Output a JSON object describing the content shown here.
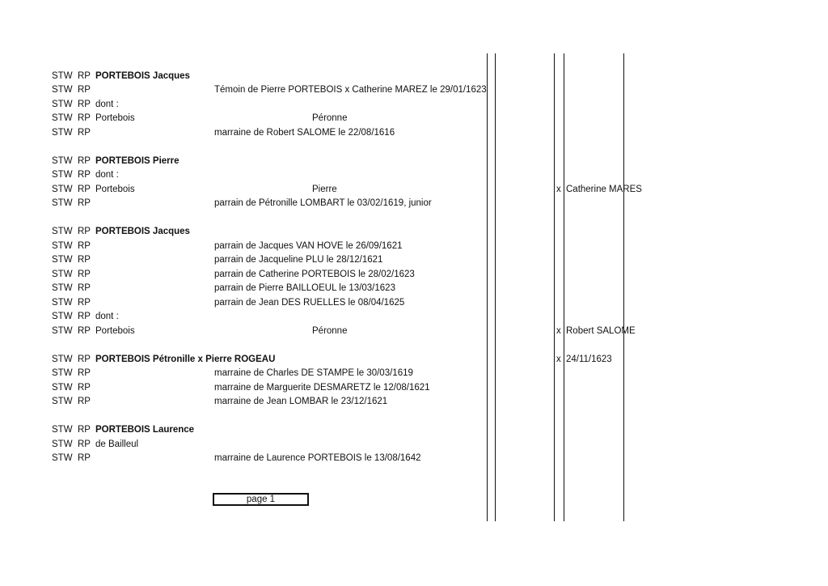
{
  "records": [
    {
      "c1": "STW",
      "c2": "RP",
      "c3": "PORTEBOIS Jacques",
      "bold": true,
      "c4": "",
      "c5": "",
      "cx": "",
      "c6": ""
    },
    {
      "c1": "STW",
      "c2": "RP",
      "c3": "",
      "c4": "Témoin de Pierre PORTEBOIS x Catherine MAREZ le 29/01/1623",
      "c5": "",
      "cx": "",
      "c6": ""
    },
    {
      "c1": "STW",
      "c2": "RP",
      "c3": "dont :",
      "c4": "",
      "c5": "",
      "cx": "",
      "c6": ""
    },
    {
      "c1": "STW",
      "c2": "RP",
      "c3": "Portebois",
      "c4": "",
      "c5": "Péronne",
      "cx": "",
      "c6": ""
    },
    {
      "c1": "STW",
      "c2": "RP",
      "c3": "",
      "c4": "marraine de Robert SALOME le 22/08/1616",
      "c5": "",
      "cx": "",
      "c6": ""
    },
    {
      "c1": "STW",
      "c2": "RP",
      "c3": "PORTEBOIS Pierre",
      "bold": true,
      "c4": "",
      "c5": "",
      "cx": "",
      "c6": ""
    },
    {
      "c1": "STW",
      "c2": "RP",
      "c3": "dont :",
      "c4": "",
      "c5": "",
      "cx": "",
      "c6": ""
    },
    {
      "c1": "STW",
      "c2": "RP",
      "c3": "Portebois",
      "c4": "",
      "c5": "Pierre",
      "cx": "x",
      "c6": "Catherine MARES"
    },
    {
      "c1": "STW",
      "c2": "RP",
      "c3": "",
      "c4": "parrain de Pétronille LOMBART  le 03/02/1619, junior",
      "c5": "",
      "cx": "",
      "c6": ""
    },
    {
      "c1": "STW",
      "c2": "RP",
      "c3": "PORTEBOIS Jacques",
      "bold": true,
      "c4": "",
      "c5": "",
      "cx": "",
      "c6": ""
    },
    {
      "c1": "STW",
      "c2": "RP",
      "c3": "",
      "c4": "parrain de Jacques VAN HOVE le 26/09/1621",
      "c5": "",
      "cx": "",
      "c6": ""
    },
    {
      "c1": "STW",
      "c2": "RP",
      "c3": "",
      "c4": "parrain de Jacqueline PLU le 28/12/1621",
      "c5": "",
      "cx": "",
      "c6": ""
    },
    {
      "c1": "STW",
      "c2": "RP",
      "c3": "",
      "c4": "parrain de Catherine PORTEBOIS le 28/02/1623",
      "c5": "",
      "cx": "",
      "c6": ""
    },
    {
      "c1": "STW",
      "c2": "RP",
      "c3": "",
      "c4": "parrain de Pierre BAILLOEUL le 13/03/1623",
      "c5": "",
      "cx": "",
      "c6": ""
    },
    {
      "c1": "STW",
      "c2": "RP",
      "c3": "",
      "c4": "parrain de Jean DES RUELLES le 08/04/1625",
      "c5": "",
      "cx": "",
      "c6": ""
    },
    {
      "c1": "STW",
      "c2": "RP",
      "c3": "dont :",
      "c4": "",
      "c5": "",
      "cx": "",
      "c6": ""
    },
    {
      "c1": "STW",
      "c2": "RP",
      "c3": "Portebois",
      "c4": "",
      "c5": "Péronne",
      "cx": "x",
      "c6": "Robert SALOME"
    },
    {
      "c1": "STW",
      "c2": "RP",
      "c3": "PORTEBOIS Pétronille x Pierre ROGEAU",
      "bold": true,
      "c4": "",
      "c5": "",
      "cx": "x",
      "c6": "24/11/1623"
    },
    {
      "c1": "STW",
      "c2": "RP",
      "c3": "",
      "c4": "marraine de Charles DE STAMPE le 30/03/1619",
      "c5": "",
      "cx": "",
      "c6": ""
    },
    {
      "c1": "STW",
      "c2": "RP",
      "c3": "",
      "c4": "marraine de Marguerite DESMARETZ le 12/08/1621",
      "c5": "",
      "cx": "",
      "c6": ""
    },
    {
      "c1": "STW",
      "c2": "RP",
      "c3": "",
      "c4": "marraine de Jean LOMBAR le 23/12/1621",
      "c5": "",
      "cx": "",
      "c6": ""
    },
    {
      "c1": "STW",
      "c2": "RP",
      "c3": "PORTEBOIS Laurence",
      "bold": true,
      "c4": "",
      "c5": "",
      "cx": "",
      "c6": ""
    },
    {
      "c1": "STW",
      "c2": "RP",
      "c3": "de Bailleul",
      "c4": "",
      "c5": "",
      "cx": "",
      "c6": ""
    },
    {
      "c1": "STW",
      "c2": "RP",
      "c3": "",
      "c4": "marraine de Laurence PORTEBOIS le 13/08/1642",
      "c5": "",
      "cx": "",
      "c6": ""
    }
  ],
  "footer": {
    "page_label": "page 1"
  }
}
